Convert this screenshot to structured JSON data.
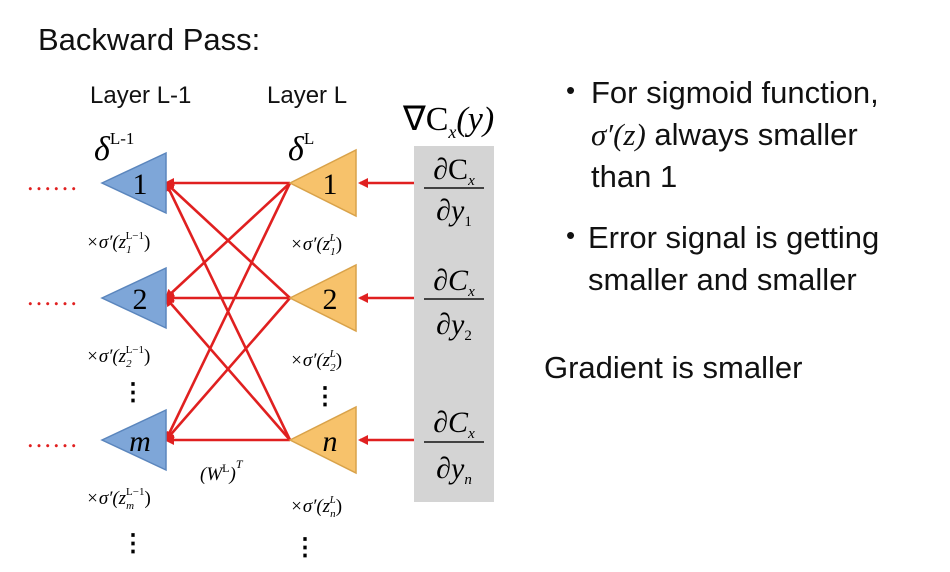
{
  "title": "Backward Pass:",
  "layers": {
    "left_label": "Layer L-1",
    "right_label": "Layer L",
    "left_delta": "δ",
    "left_delta_sup": "L-1",
    "right_delta": "δ",
    "right_delta_sup": "L"
  },
  "left_nodes": [
    "1",
    "2",
    "m"
  ],
  "right_nodes": [
    "1",
    "2",
    "n"
  ],
  "ellipsis": "……",
  "vdots": "⋮",
  "gradient_header": {
    "nabla": "∇C",
    "sub": "x",
    "arg": "(y)"
  },
  "partials": [
    {
      "num": "∂C",
      "num_sub": "x",
      "den": "∂y",
      "den_sub": "1"
    },
    {
      "num": "∂C",
      "num_sub": "x",
      "den": "∂y",
      "den_sub": "2"
    },
    {
      "num": "∂C",
      "num_sub": "x",
      "den": "∂y",
      "den_sub": "n"
    }
  ],
  "left_multipliers": [
    {
      "prefix": "×σ′(z",
      "sub": "1",
      "sup": "L−1",
      "suffix": ")"
    },
    {
      "prefix": "×σ′(z",
      "sub": "2",
      "sup": "L−1",
      "suffix": ")"
    },
    {
      "prefix": "×σ′(z",
      "sub": "m",
      "sup": "L−1",
      "suffix": ")"
    }
  ],
  "right_multipliers": [
    {
      "prefix": "×σ′(z",
      "sub": "1",
      "sup": "L",
      "suffix": ")"
    },
    {
      "prefix": "×σ′(z",
      "sub": "2",
      "sup": "L",
      "suffix": ")"
    },
    {
      "prefix": "×σ′(z",
      "sub": "n",
      "sup": "L",
      "suffix": ")"
    }
  ],
  "weight_label": {
    "base": "(W",
    "sup_inner": "L",
    "close": ")",
    "sup_outer": "T"
  },
  "bullets": [
    {
      "lines": [
        "For sigmoid function,",
        " always smaller",
        "than 1"
      ],
      "sigma_expr": "σ′(z)"
    },
    {
      "lines": [
        "Error signal is getting",
        "smaller and smaller"
      ]
    }
  ],
  "gradient_note": "Gradient is smaller",
  "colors": {
    "left_node": "#7ea6d8",
    "left_node_stroke": "#5b86bd",
    "right_node": "#f7c26b",
    "right_node_stroke": "#d9a24a",
    "edge": "#e02020",
    "gradient_panel": "#d4d4d4"
  }
}
